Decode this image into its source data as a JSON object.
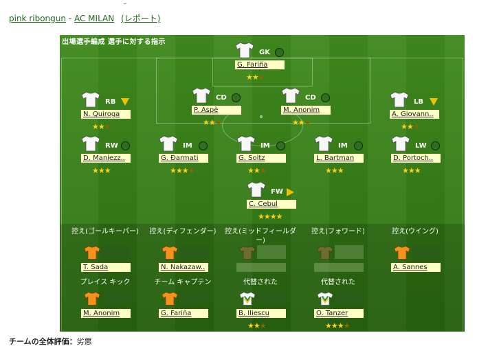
{
  "header": {
    "team_left": "pink ribongun",
    "separator": "-",
    "team_right": "AC MILAN",
    "report_link": "(レポート)"
  },
  "field": {
    "title": "出場選手編成  選手に対する指示",
    "starters": [
      {
        "pos": "GK",
        "name": "G. Fariña",
        "stars": 2.5,
        "status": "ok"
      },
      {
        "pos": "RB",
        "name": "N. Quiroga",
        "stars": 2.5,
        "status": "warn"
      },
      {
        "pos": "CD",
        "name": "P. Aspè",
        "stars": 2.5,
        "status": "ok"
      },
      {
        "pos": "CD",
        "name": "M. Anonim",
        "stars": 2.5,
        "status": "ok"
      },
      {
        "pos": "LB",
        "name": "A. Giovann..",
        "stars": 2.5,
        "status": "warn"
      },
      {
        "pos": "RW",
        "name": "D. Maniezz..",
        "stars": 3,
        "status": "ok"
      },
      {
        "pos": "IM",
        "name": "G. Đarmati",
        "stars": 3.5,
        "status": "ok"
      },
      {
        "pos": "IM",
        "name": "G. Soltz",
        "stars": 2.5,
        "status": "ok"
      },
      {
        "pos": "IM",
        "name": "L. Bartman",
        "stars": 3,
        "status": "ok"
      },
      {
        "pos": "LW",
        "name": "D. Portoch..",
        "stars": 3,
        "status": "ok"
      },
      {
        "pos": "FW",
        "name": "C. Cebul",
        "stars": 4,
        "status": "fw"
      }
    ],
    "bench_top": [
      {
        "label": "控え(ゴールキーパー)",
        "name": "T. Sada"
      },
      {
        "label": "控え(ディフェンダー)",
        "name": "N. Nakazaw.."
      },
      {
        "label": "控え(ミッドフィールダー)",
        "name": ""
      },
      {
        "label": "控え(フォワード)",
        "name": ""
      },
      {
        "label": "控え(ウイング)",
        "name": "A. Sannes"
      }
    ],
    "bench_bottom": [
      {
        "label": "プレイス キック",
        "name": "M. Anonim"
      },
      {
        "label": "チーム キャプテン",
        "name": "G. Fariña"
      },
      {
        "label": "代替された",
        "name": "B. Iliescu",
        "stars": 2.5
      },
      {
        "label": "代替された",
        "name": "O. Tanzer",
        "stars": 3.5
      }
    ]
  },
  "footer": {
    "rating_label": "チームの全体評価：",
    "rating_value": "劣悪"
  },
  "colors": {
    "pitch": "#3b841a",
    "name_bg": "#ffffc6",
    "star": "#ffd21a",
    "warn": "#f2c200",
    "orange_shirt": "#f5921e",
    "link": "#1a6b1a"
  }
}
